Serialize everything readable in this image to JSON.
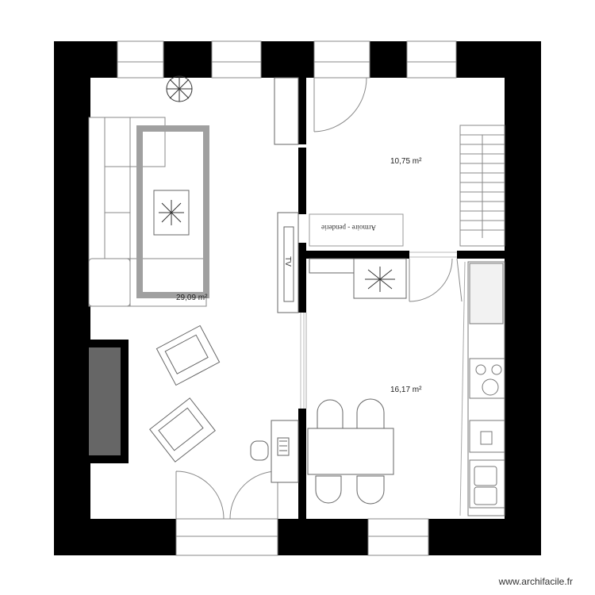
{
  "rooms": [
    {
      "label": "10,75 m²"
    },
    {
      "label": "29,09 m²"
    },
    {
      "label": "16,17 m²"
    }
  ],
  "furniture": {
    "wardrobe_label": "Armoire - penderie",
    "tv_label": "TV"
  },
  "watermark": "www.archifacile.fr",
  "colors": {
    "wall": "#000000",
    "floor": "#ffffff",
    "line": "#555555",
    "light_line": "#999999",
    "rug": "#a0a0a0",
    "fireplace": "#666666"
  }
}
